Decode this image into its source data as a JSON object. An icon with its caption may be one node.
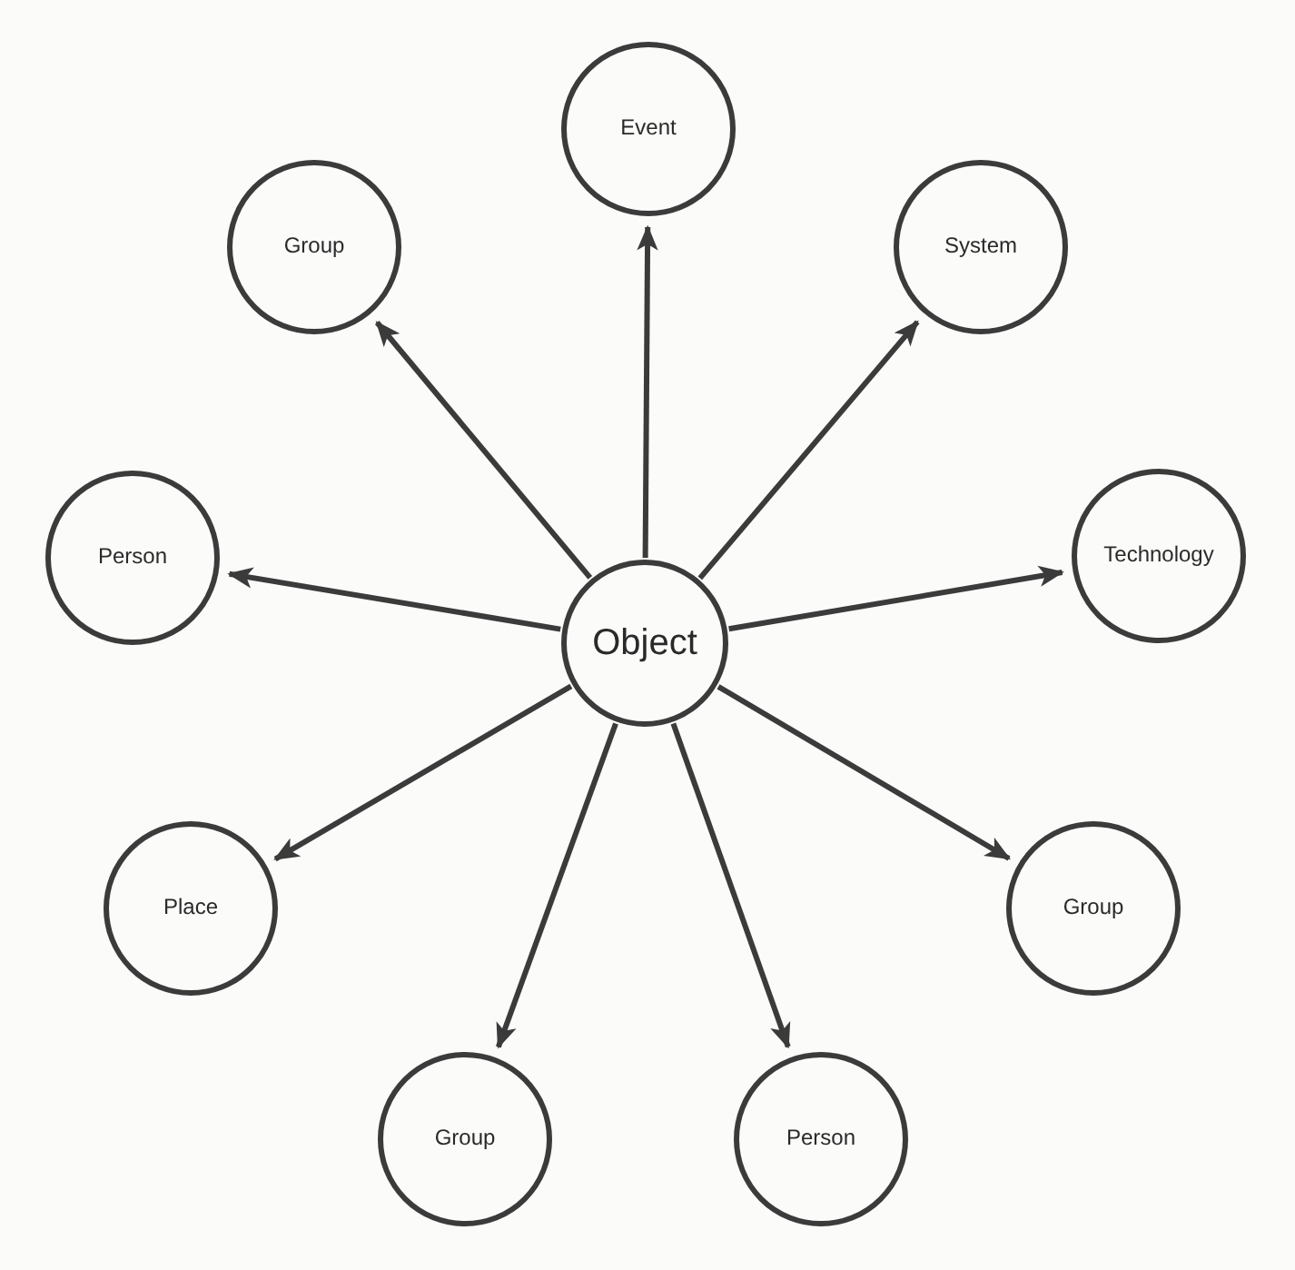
{
  "diagram": {
    "nodes": [
      {
        "text": [
          "Event"
        ]
      },
      {
        "text": [
          "Group"
        ]
      },
      {
        "text": [
          "System"
        ]
      },
      {
        "text": [
          "Person"
        ]
      },
      {
        "text": [
          "Technology"
        ]
      },
      {
        "text": [
          "Object"
        ]
      },
      {
        "text": [
          "Place"
        ]
      },
      {
        "text": [
          "Group"
        ]
      },
      {
        "text": [
          "Group"
        ]
      },
      {
        "text": [
          "Person"
        ]
      }
    ],
    "edges": [
      {
        "from": 5,
        "to": 0,
        "arrow": "to"
      },
      {
        "from": 5,
        "to": 1,
        "arrow": "to"
      },
      {
        "from": 5,
        "to": 2,
        "arrow": "to"
      },
      {
        "from": 5,
        "to": 3,
        "arrow": "to"
      },
      {
        "from": 5,
        "to": 4,
        "arrow": "to"
      },
      {
        "from": 5,
        "to": 6,
        "arrow": "to"
      },
      {
        "from": 5,
        "to": 7,
        "arrow": "to"
      },
      {
        "from": 5,
        "to": 8,
        "arrow": "to"
      },
      {
        "from": 5,
        "to": 9,
        "arrow": "to"
      }
    ]
  }
}
